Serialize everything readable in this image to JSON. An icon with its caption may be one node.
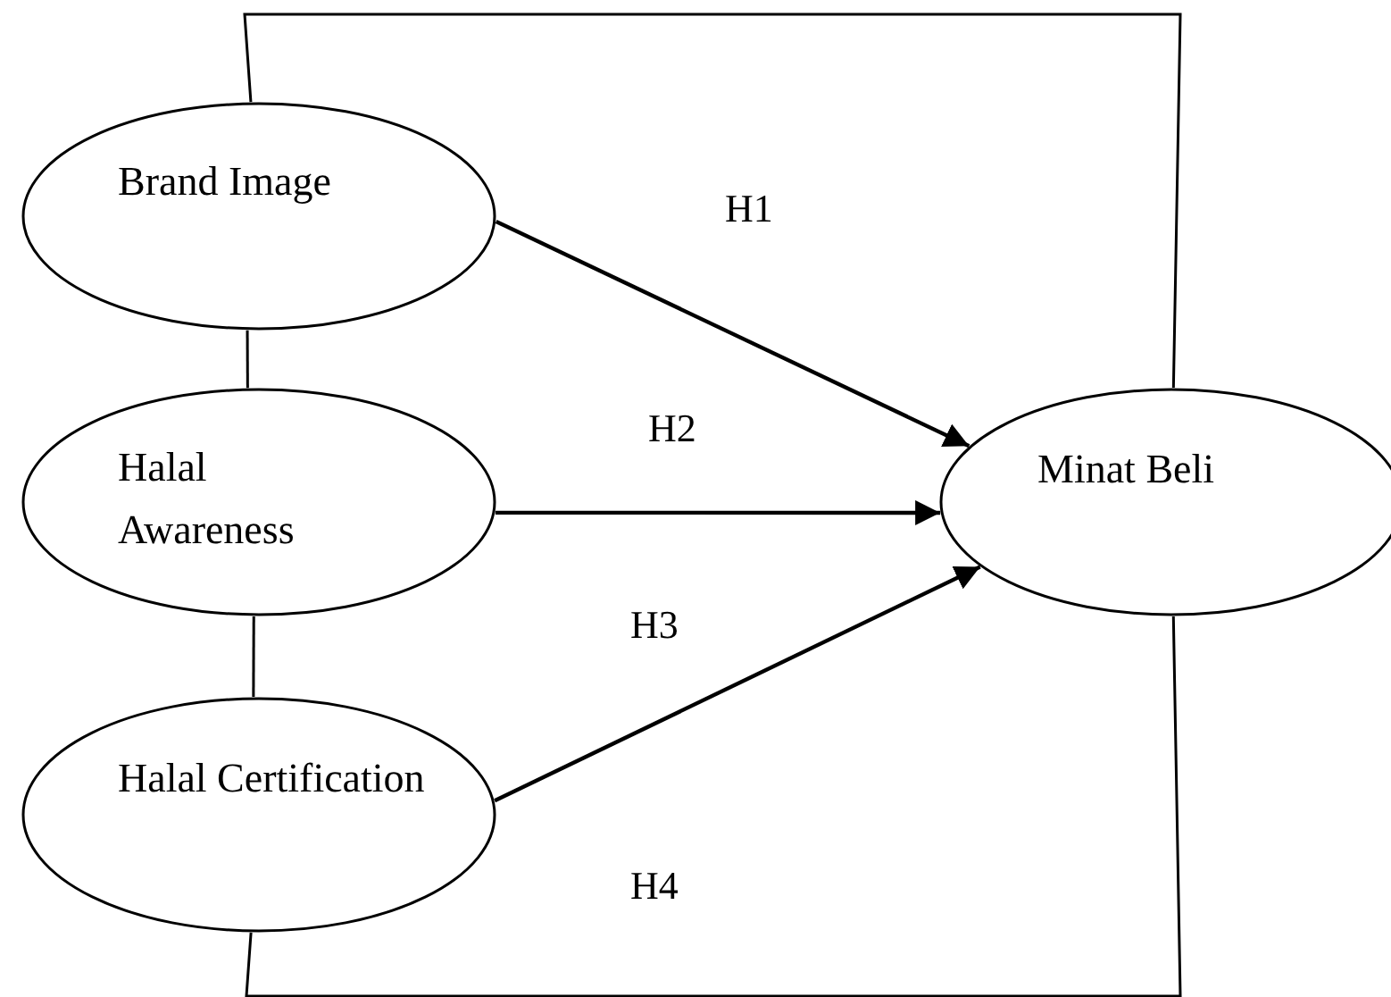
{
  "diagram": {
    "nodes": [
      {
        "text": [
          "Brand Image"
        ]
      },
      {
        "text": [
          "Halal Awareness"
        ]
      },
      {
        "text": [
          "Halal Certification"
        ]
      },
      {
        "text": [
          "Minat Beli"
        ]
      }
    ],
    "edges": [
      {
        "from": 0,
        "to": 3,
        "arrow": "none"
      },
      {
        "from": 0,
        "to": 1,
        "arrow": "none"
      },
      {
        "from": 0,
        "to": 3,
        "arrow": "to",
        "label": "H1"
      },
      {
        "from": 1,
        "to": 3,
        "arrow": "to",
        "label": "H2"
      },
      {
        "from": 1,
        "to": 2,
        "arrow": "none"
      },
      {
        "from": 2,
        "to": 3,
        "arrow": "to",
        "label": "H3"
      },
      {
        "from": 2,
        "to": 3,
        "arrow": "none",
        "label": "H4"
      }
    ]
  }
}
